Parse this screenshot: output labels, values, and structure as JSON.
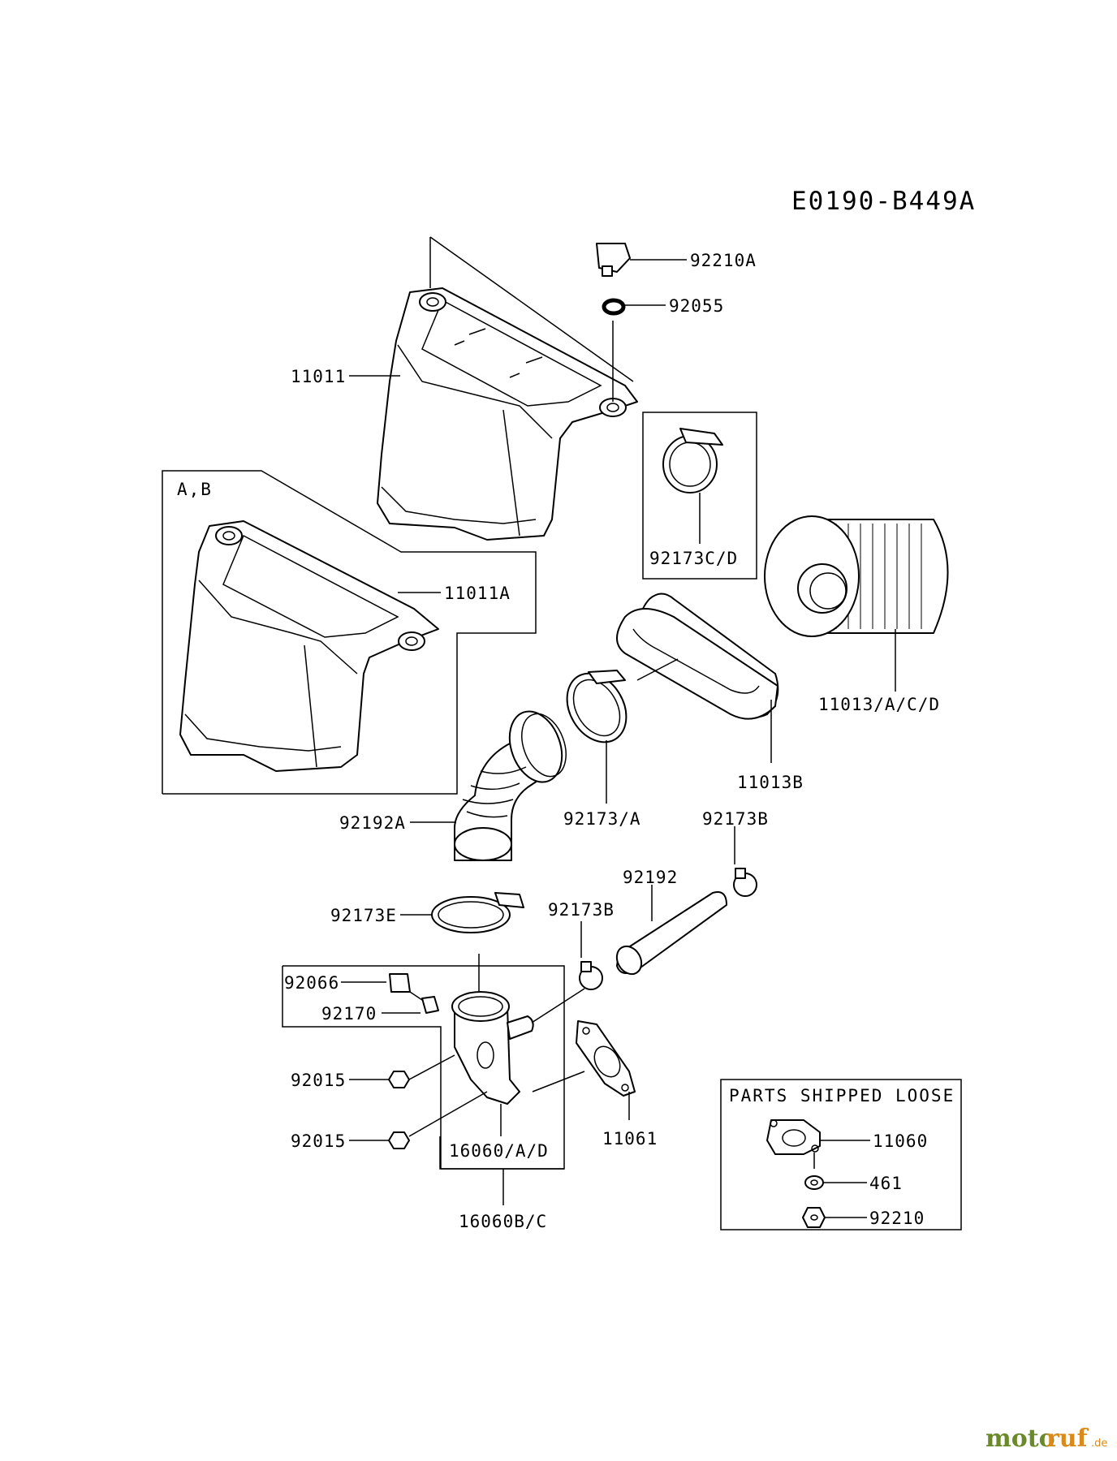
{
  "diagram_code": "E0190-B449A",
  "variant_box_label": "A,B",
  "loose_parts_title": "PARTS SHIPPED LOOSE",
  "callouts": {
    "p92210A": "92210A",
    "p92055": "92055",
    "p11011": "11011",
    "p92173CD": "92173C/D",
    "p11011A": "11011A",
    "p11013ACD": "11013/A/C/D",
    "p11013B": "11013B",
    "p92173A": "92173/A",
    "p92192A": "92192A",
    "p92173B_top": "92173B",
    "p92192": "92192",
    "p92173E": "92173E",
    "p92173B_mid": "92173B",
    "p92066": "92066",
    "p92170": "92170",
    "p92015_upper": "92015",
    "p92015_lower": "92015",
    "p11061": "11061",
    "p16060AD": "16060/A/D",
    "p16060BC": "16060B/C",
    "p11060": "11060",
    "p461": "461",
    "p92210": "92210"
  },
  "watermark": {
    "text_a": "moto",
    "text_b": "ruf",
    "suffix": ".de"
  }
}
